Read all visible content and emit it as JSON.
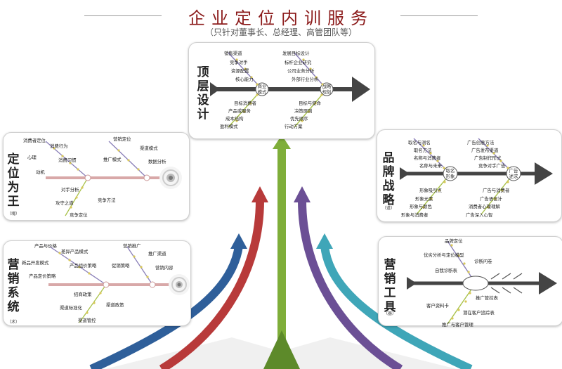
{
  "header": {
    "title": "企业定位内训服务",
    "subtitle": "（只针对董事长、总经理、高管团队等）"
  },
  "top_design": {
    "title": "顶层设计",
    "head_label": "战略规划",
    "mid_label": "商业模式",
    "labels_upper_left": [
      "销售渠道",
      "竞争对手",
      "资源配置",
      "核心能力"
    ],
    "labels_upper_right": [
      "发展目标设计",
      "标杆企业研究",
      "公司业务分析",
      "外部行业分析"
    ],
    "labels_lower_left": [
      "目标消费者",
      "产品或服务",
      "成本结构",
      "盈利模式"
    ],
    "labels_lower_right": [
      "目标与使命",
      "决策原则",
      "优先顺序",
      "行动方案"
    ]
  },
  "positioning": {
    "title": "定位为王",
    "subtitle": "（魂）",
    "labels_upper_left": [
      "消费者定位",
      "消费行为",
      "心理",
      "消费习惯",
      "动机"
    ],
    "labels_upper_right": [
      "营销定位",
      "渠道模式",
      "推广模式",
      "数据分析"
    ],
    "labels_lower": [
      "对手分析",
      "竞争方法",
      "攻守之道",
      "竞争定位"
    ]
  },
  "brand": {
    "title": "品牌战略",
    "subtitle": "（道）",
    "mid_label": "取名形象",
    "head_label": "广告述求",
    "labels_upper_left": [
      "取名与测名",
      "取名方法",
      "名称与消费者",
      "名称与未来"
    ],
    "labels_upper_right": [
      "广告创意方法",
      "广告发布渠道",
      "广告制作形式",
      "竞争对手广告"
    ],
    "labels_lower_left": [
      "形象吸引点",
      "形象元素",
      "形象与颜色",
      "形象与消费者"
    ],
    "labels_lower_right": [
      "广告与消费者",
      "广告语设计",
      "消费者心理理解",
      "广告深入心智"
    ]
  },
  "marketing": {
    "title": "营销系统",
    "subtitle": "（术）",
    "labels_upper_left": [
      "产品与价格",
      "差异产品模式",
      "新品开发模式",
      "产品组价策略",
      "产品定价策略"
    ],
    "labels_upper_right": [
      "营销推广",
      "推广渠道",
      "促销策略",
      "营销内容"
    ],
    "labels_lower": [
      "招商政策",
      "渠道政策",
      "渠道标准化",
      "渠道管控"
    ]
  },
  "tools": {
    "title": "营销工具",
    "subtitle": "（器）",
    "labels_upper": [
      "品牌定位",
      "优劣分析与定位模型",
      "诊断问卷",
      "自我诊断表"
    ],
    "labels_lower": [
      "推广管控表",
      "客户资料卡",
      "潜在客户追踪表",
      "推广与客户管理"
    ]
  }
}
